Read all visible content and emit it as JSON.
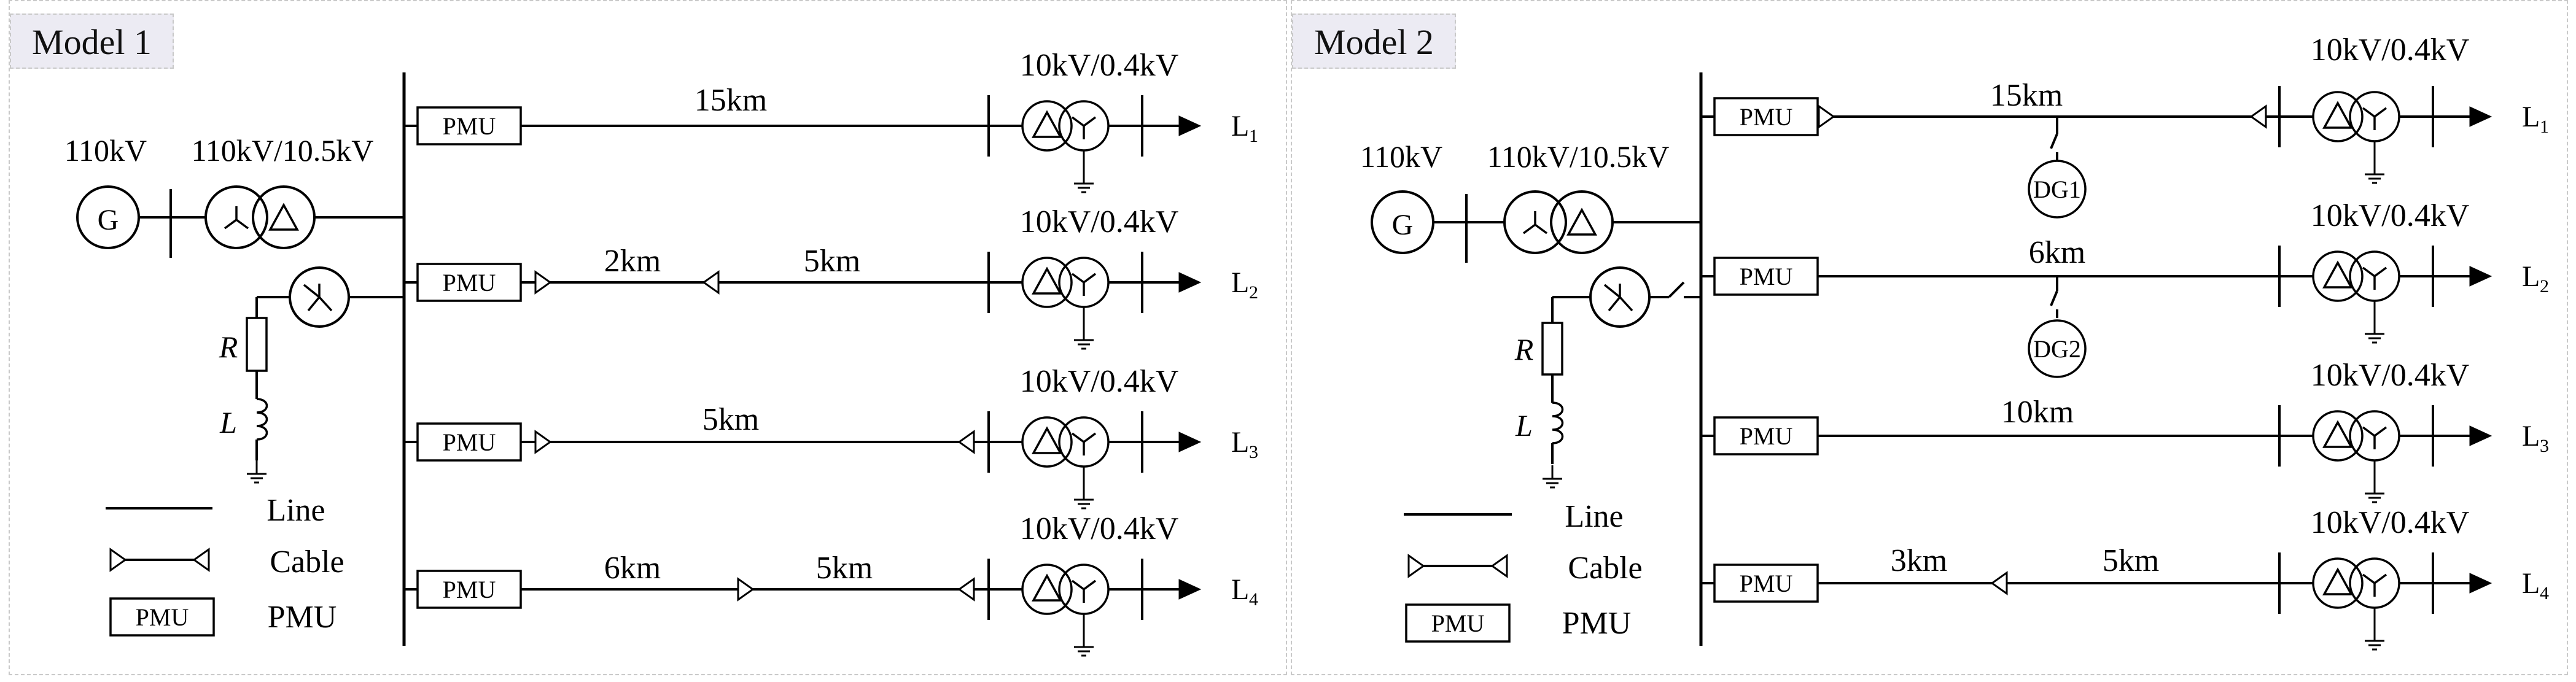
{
  "panels": [
    {
      "title": "Model 1",
      "source_kv": "110kV",
      "transformer_label": "110kV/10.5kV",
      "generator": "G",
      "r_label": "R",
      "l_label": "L",
      "feeders": [
        {
          "pmu": "PMU",
          "transformer": "10kV/0.4kV",
          "load": "L",
          "load_sub": "1",
          "seg1": "15km",
          "seg2": ""
        },
        {
          "pmu": "PMU",
          "transformer": "10kV/0.4kV",
          "load": "L",
          "load_sub": "2",
          "seg1": "2km",
          "seg2": "5km"
        },
        {
          "pmu": "PMU",
          "transformer": "10kV/0.4kV",
          "load": "L",
          "load_sub": "3",
          "seg1": "5km",
          "seg2": ""
        },
        {
          "pmu": "PMU",
          "transformer": "10kV/0.4kV",
          "load": "L",
          "load_sub": "4",
          "seg1": "6km",
          "seg2": "5km"
        }
      ],
      "legend": {
        "line": "Line",
        "cable": "Cable",
        "pmu_box": "PMU",
        "pmu": "PMU"
      }
    },
    {
      "title": "Model 2",
      "source_kv": "110kV",
      "transformer_label": "110kV/10.5kV",
      "generator": "G",
      "r_label": "R",
      "l_label": "L",
      "feeders": [
        {
          "pmu": "PMU",
          "transformer": "10kV/0.4kV",
          "load": "L",
          "load_sub": "1",
          "seg1": "15km",
          "seg2": "",
          "dg": "DG1"
        },
        {
          "pmu": "PMU",
          "transformer": "10kV/0.4kV",
          "load": "L",
          "load_sub": "2",
          "seg1": "6km",
          "seg2": "",
          "dg": "DG2"
        },
        {
          "pmu": "PMU",
          "transformer": "10kV/0.4kV",
          "load": "L",
          "load_sub": "3",
          "seg1": "10km",
          "seg2": ""
        },
        {
          "pmu": "PMU",
          "transformer": "10kV/0.4kV",
          "load": "L",
          "load_sub": "4",
          "seg1": "3km",
          "seg2": "5km"
        }
      ],
      "legend": {
        "line": "Line",
        "cable": "Cable",
        "pmu_box": "PMU",
        "pmu": "PMU"
      }
    }
  ]
}
